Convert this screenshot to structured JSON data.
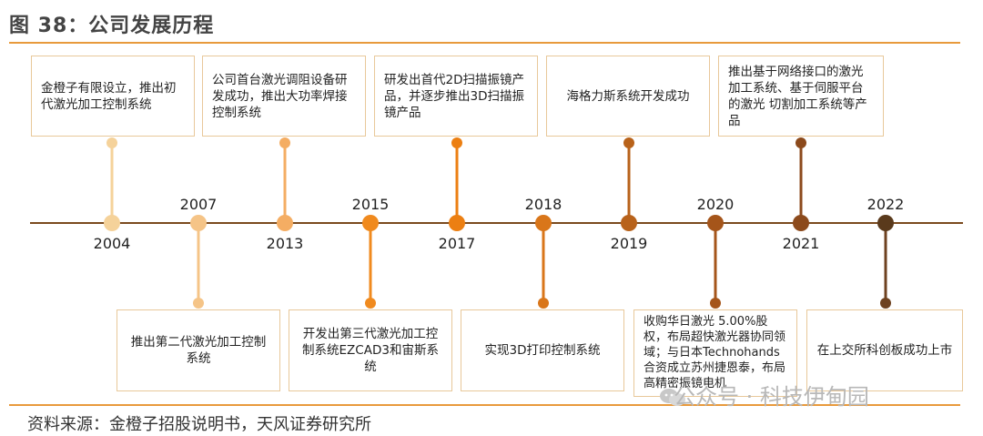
{
  "title": "图 38：公司发展历程",
  "source": "资料来源：金橙子招股说明书，天风证券研究所",
  "watermark": "公众号 · 科技伊甸园",
  "events": [
    {
      "year": "2004",
      "text": "金橙子有限设立，推出初代激光加工控制系统"
    },
    {
      "year": "2007",
      "text": "推出第二代激光加工控制系统"
    },
    {
      "year": "2013",
      "text": "公司首台激光调阻设备研发成功，推出大功率焊接控制系统"
    },
    {
      "year": "2015",
      "text": "开发出第三代激光加工控制系统EZCAD3和宙斯系统"
    },
    {
      "year": "2017",
      "text": "研发出首代2D扫描振镜产品，并逐步推出3D扫描振镜产品"
    },
    {
      "year": "2018",
      "text": "实现3D打印控制系统"
    },
    {
      "year": "2019",
      "text": "海格力斯系统开发成功"
    },
    {
      "year": "2020",
      "text": "收购华日激光 5.00%股权，布局超快激光器协同领域；与日本Technohands合资成立苏州捷恩泰，布局高精密振镜电机"
    },
    {
      "year": "2021",
      "text": "推出基于网络接口的激光加工系统、基于伺服平台的激光 切割加工系统等产品"
    },
    {
      "year": "2022",
      "text": "在上交所科创板成功上市"
    }
  ]
}
